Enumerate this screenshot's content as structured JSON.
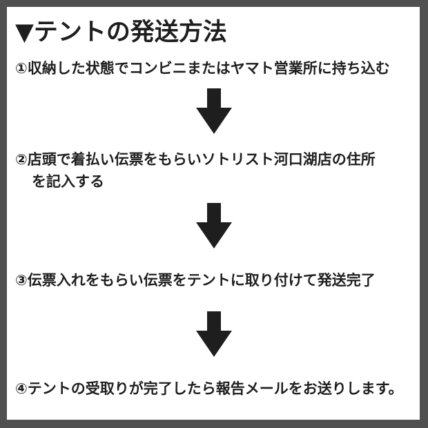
{
  "title": "▼テントの発送方法",
  "steps": [
    {
      "lines": [
        "①収納した状態でコンビニまたはヤマト営業所に持ち込む"
      ]
    },
    {
      "lines": [
        "②店頭で着払い伝票をもらいソトリスト河口湖店の住所",
        "を記入する"
      ]
    },
    {
      "lines": [
        "③伝票入れをもらい伝票をテントに取り付けて発送完了"
      ]
    },
    {
      "lines": [
        "④テントの受取りが完了したら報告メールをお送りします。"
      ]
    }
  ],
  "arrow_icon": "down-arrow-icon",
  "colors": {
    "frame": "#505050",
    "background": "#ffffff",
    "text": "#1e1e1e"
  }
}
